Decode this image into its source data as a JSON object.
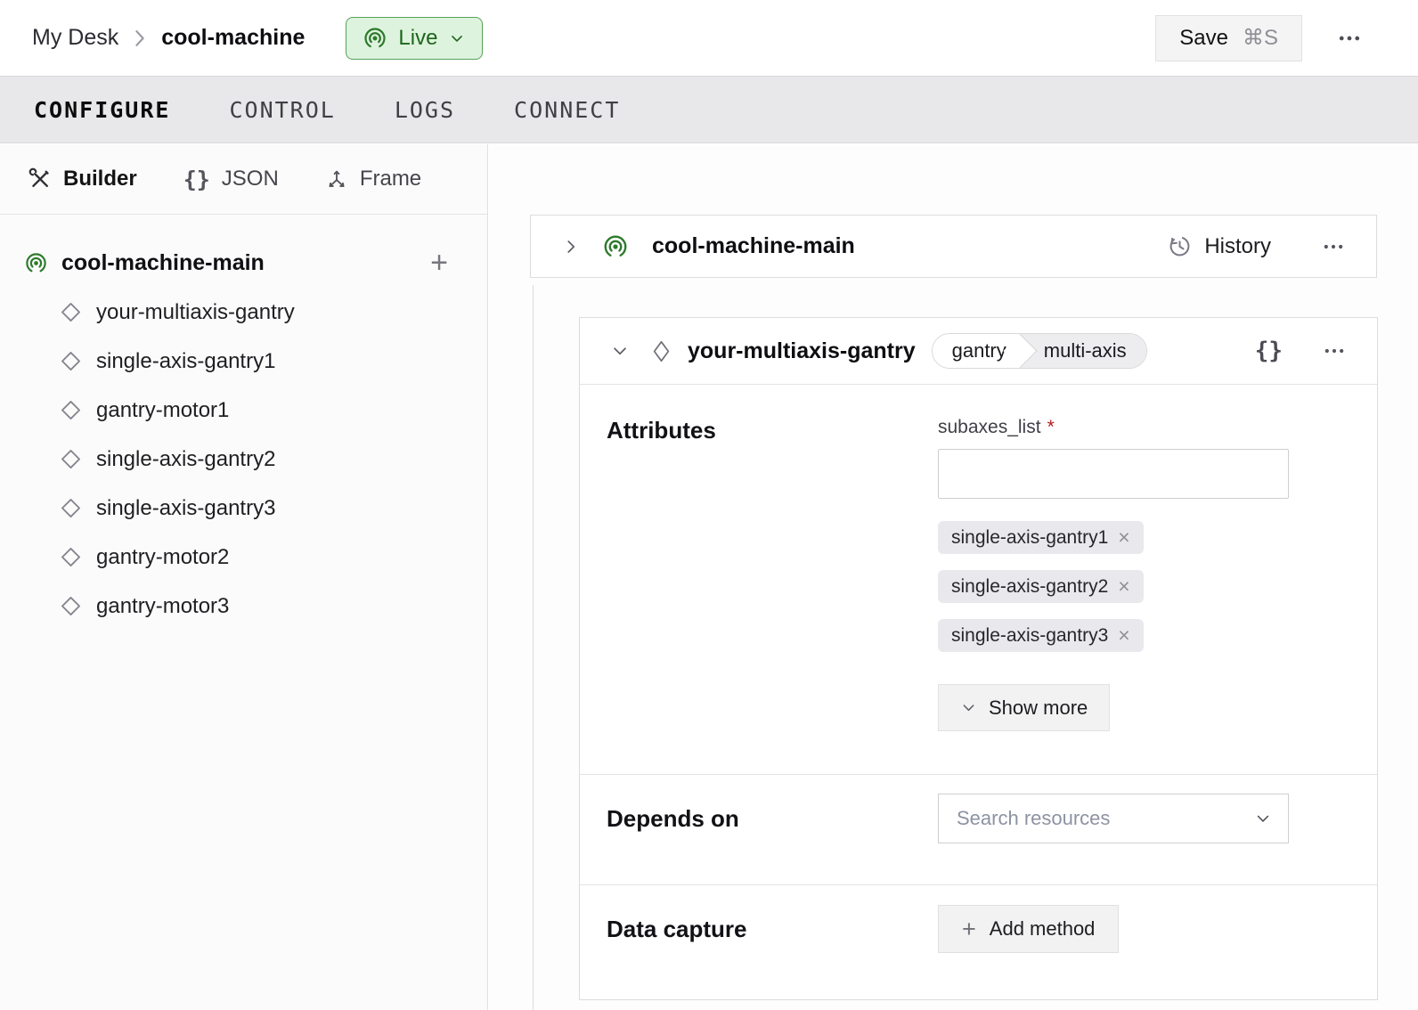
{
  "colors": {
    "accent_green": "#2c7a2c",
    "live_badge_bg": "#def3de",
    "live_badge_border": "#58a158",
    "live_badge_text": "#1d661d",
    "required_red": "#b31b1b",
    "chip_bg": "#e9e9ed",
    "tab_bar_bg": "#e8e8ea",
    "card_border": "#dcdcdc"
  },
  "icons": {
    "live_status": "broadcast-arcs",
    "machine_part": "broadcast-arcs",
    "component": "diamond-outline",
    "builder_mode": "crossed-tools",
    "frame_mode": "three-axes",
    "history": "clock-with-undo-arrow",
    "more_menu": "horizontal-ellipsis",
    "braces_glyph": "{}",
    "plus_glyph": "+",
    "remove_glyph": "×"
  },
  "header": {
    "breadcrumb": {
      "parent": "My Desk",
      "current": "cool-machine"
    },
    "live_badge": {
      "label": "Live"
    },
    "save_button": {
      "label": "Save",
      "shortcut": "⌘S"
    }
  },
  "tabs": [
    {
      "label": "CONFIGURE",
      "active": true
    },
    {
      "label": "CONTROL",
      "active": false
    },
    {
      "label": "LOGS",
      "active": false
    },
    {
      "label": "CONNECT",
      "active": false
    }
  ],
  "sidebar": {
    "modes": {
      "builder": "Builder",
      "json": "JSON",
      "frame": "Frame"
    },
    "tree": {
      "root": "cool-machine-main",
      "items": [
        "your-multiaxis-gantry",
        "single-axis-gantry1",
        "gantry-motor1",
        "single-axis-gantry2",
        "single-axis-gantry3",
        "gantry-motor2",
        "gantry-motor3"
      ]
    }
  },
  "main": {
    "machine_card": {
      "title": "cool-machine-main",
      "history_label": "History"
    },
    "component_card": {
      "title": "your-multiaxis-gantry",
      "tags": {
        "type": "gantry",
        "model": "multi-axis"
      },
      "attributes": {
        "heading": "Attributes",
        "field_label": "subaxes_list",
        "required_marker": "*",
        "field_value": "",
        "chips": [
          "single-axis-gantry1",
          "single-axis-gantry2",
          "single-axis-gantry3"
        ],
        "show_more_label": "Show more"
      },
      "depends_on": {
        "heading": "Depends on",
        "search_placeholder": "Search resources"
      },
      "data_capture": {
        "heading": "Data capture",
        "add_method_label": "Add method"
      }
    }
  }
}
